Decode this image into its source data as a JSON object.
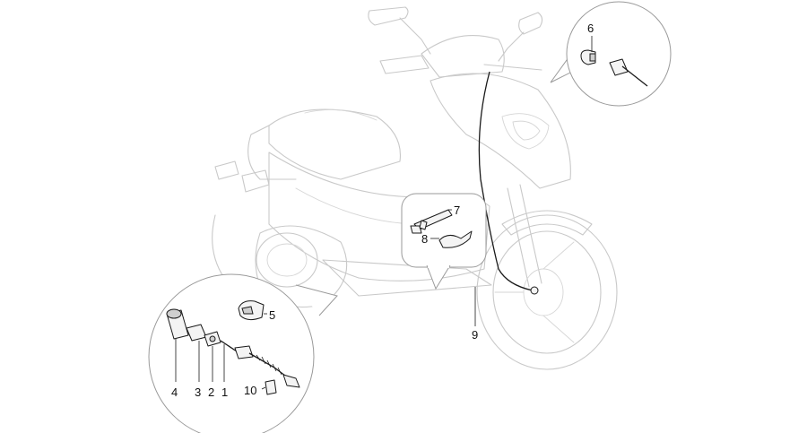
{
  "diagram": {
    "callouts": [
      {
        "id": "part-1",
        "text": "1"
      },
      {
        "id": "part-2",
        "text": "2"
      },
      {
        "id": "part-3",
        "text": "3"
      },
      {
        "id": "part-4",
        "text": "4"
      },
      {
        "id": "part-5",
        "text": "5"
      },
      {
        "id": "part-6",
        "text": "6"
      },
      {
        "id": "part-7",
        "text": "7"
      },
      {
        "id": "part-8",
        "text": "8"
      },
      {
        "id": "part-9",
        "text": "9"
      },
      {
        "id": "part-10",
        "text": "10"
      }
    ],
    "colors": {
      "outline": "#c9c9c9",
      "parts": "#1a1a1a",
      "background": "#ffffff"
    }
  }
}
